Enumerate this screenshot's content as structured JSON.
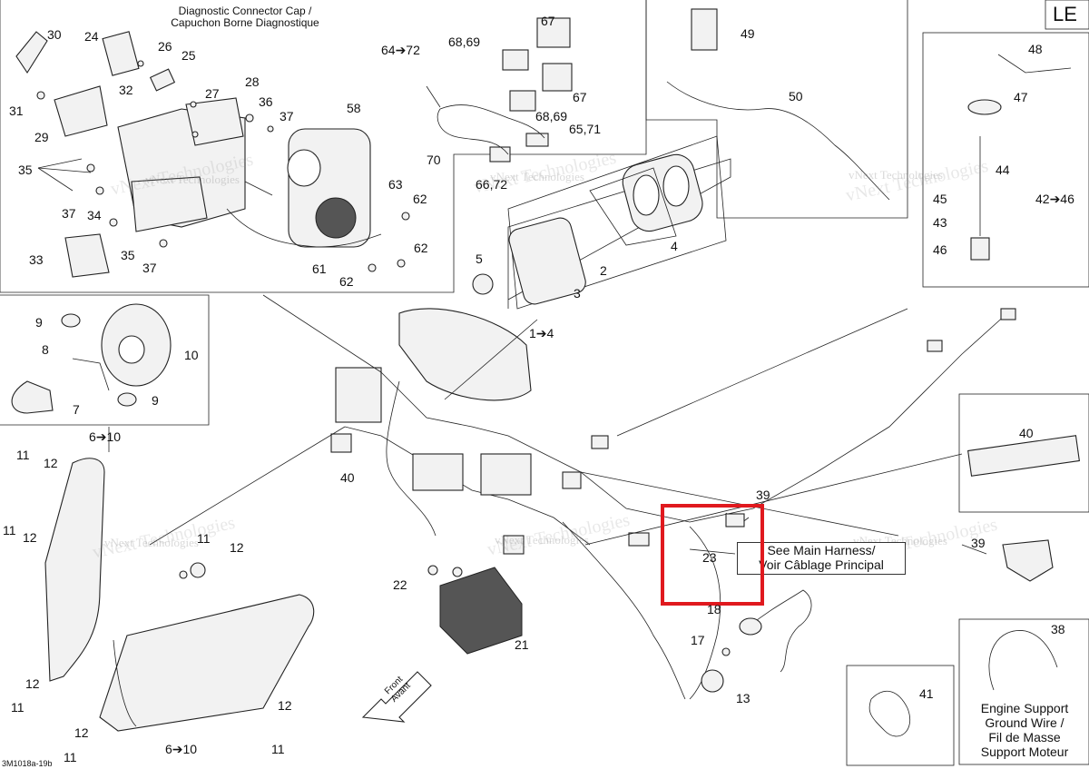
{
  "page": {
    "corner_tag": "LE",
    "bottom_code": "3M1018a-19b",
    "watermark": "vNext Technologies"
  },
  "titles": {
    "diagnostic_cap": "Diagnostic Connector Cap /\nCapuchon Borne Diagnostique",
    "main_harness": "See Main Harness/\nVoir Câblage Principal",
    "engine_ground": "Engine Support\nGround Wire /\nFil de Masse\nSupport Moteur",
    "front": "Front\nAvant"
  },
  "callouts": [
    "30",
    "24",
    "26",
    "25",
    "28",
    "36",
    "37",
    "58",
    "31",
    "32",
    "27",
    "29",
    "35",
    "37",
    "33",
    "34",
    "35",
    "37",
    "63",
    "62",
    "61",
    "62",
    "62",
    "64➔72",
    "68,69",
    "67",
    "67",
    "68,69",
    "65,71",
    "70",
    "66,72",
    "5",
    "2",
    "3",
    "4",
    "1➔4",
    "49",
    "50",
    "48",
    "47",
    "44",
    "45",
    "43",
    "46",
    "42➔46",
    "9",
    "8",
    "10",
    "7",
    "9",
    "6➔10",
    "11",
    "12",
    "11",
    "12",
    "11",
    "12",
    "12",
    "11",
    "12",
    "11",
    "6➔10",
    "11",
    "12",
    "40",
    "22",
    "21",
    "23",
    "39",
    "18",
    "17",
    "13",
    "40",
    "39",
    "38",
    "41"
  ],
  "highlight": {
    "color": "#e0191e",
    "target_callout": "23"
  }
}
